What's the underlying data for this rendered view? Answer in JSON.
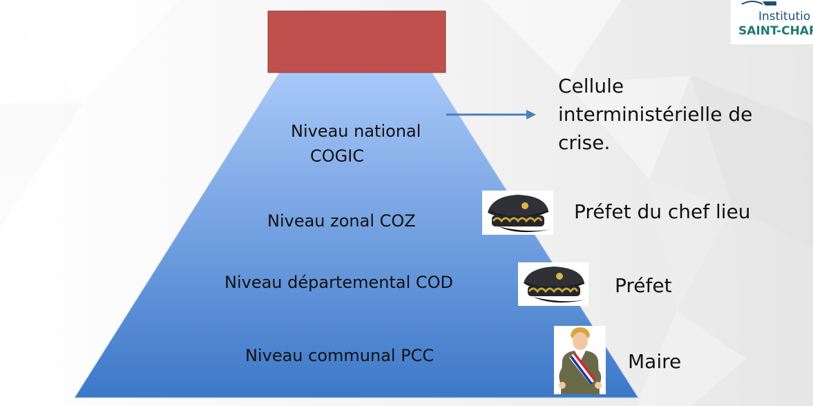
{
  "pyramid": {
    "levels": [
      {
        "line1": "Niveau national",
        "line2": "COGIC"
      },
      {
        "label": "Niveau zonal COZ"
      },
      {
        "label": "Niveau départemental COD"
      },
      {
        "label": "Niveau communal PCC"
      }
    ]
  },
  "side_labels": {
    "national": [
      "Cellule",
      "interministérielle de",
      "crise."
    ],
    "zonal": "Préfet du chef lieu",
    "departemental": "Préfet",
    "communal": "Maire"
  },
  "logo": {
    "line1": "Institutio",
    "line2": "SAINT-CHAR"
  },
  "colors": {
    "top_box": "#c0504d",
    "pyramid_top": "#a8c8f8",
    "pyramid_bottom": "#3c78c8",
    "arrow": "#4a7ebb"
  },
  "icons": {
    "cap": "prefect-cap-icon",
    "mayor": "mayor-with-sash-icon"
  }
}
